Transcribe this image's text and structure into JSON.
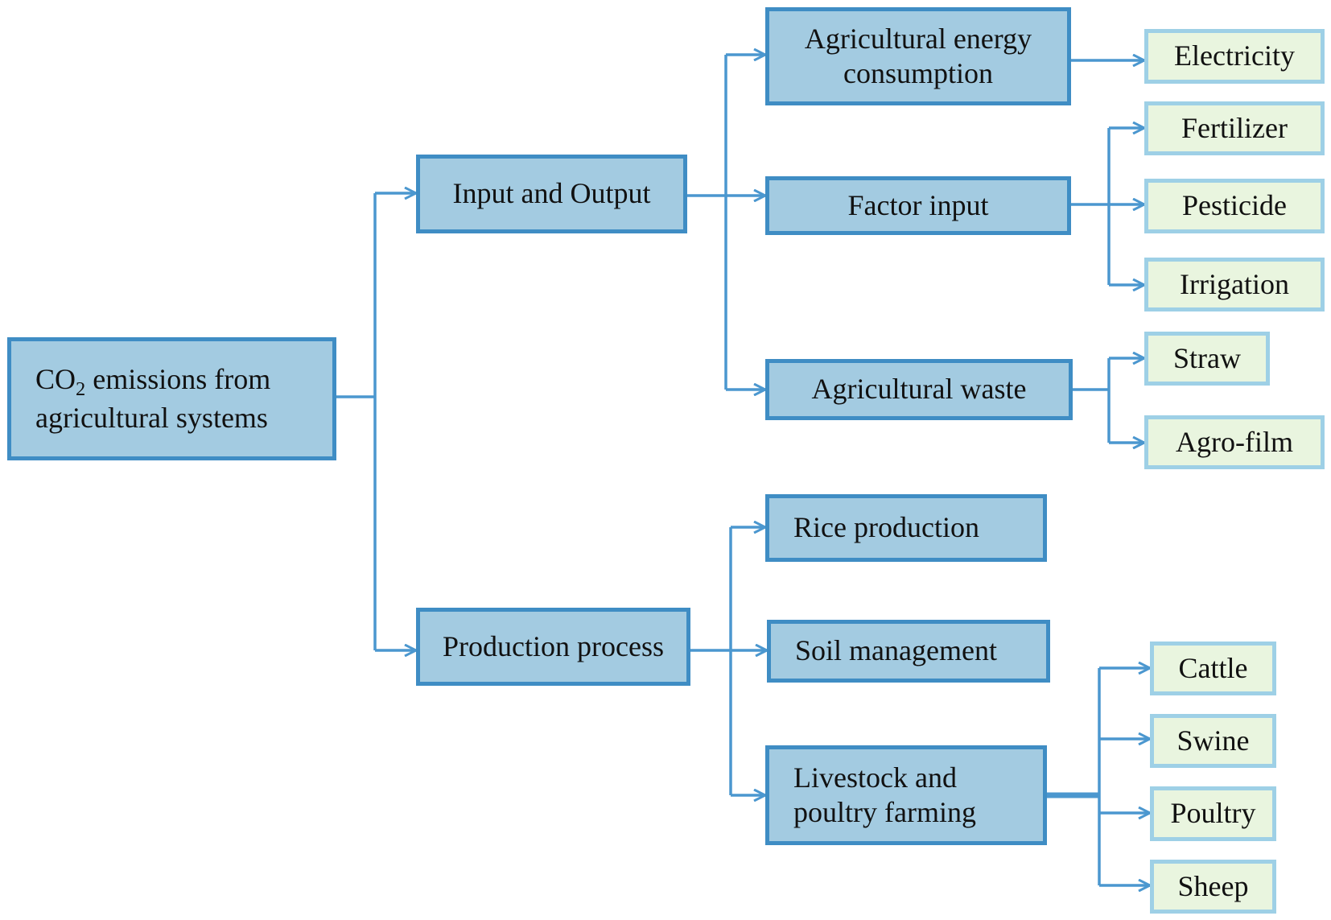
{
  "root": {
    "label_prefix": "CO",
    "label_sub": "2",
    "label_line1_rest": " emissions from",
    "label_line2": "agricultural systems"
  },
  "branch_input": {
    "label": "Input and Output"
  },
  "branch_production": {
    "label": "Production process"
  },
  "input_children": [
    {
      "line1": "Agricultural energy",
      "line2": "consumption"
    },
    {
      "label": "Factor input"
    },
    {
      "label": "Agricultural waste"
    }
  ],
  "production_children": [
    {
      "label": "Rice production"
    },
    {
      "label": "Soil management"
    },
    {
      "line1": "Livestock and",
      "line2": "poultry farming"
    }
  ],
  "leaves": {
    "energy": [
      "Electricity"
    ],
    "factor": [
      "Fertilizer",
      "Pesticide",
      "Irrigation"
    ],
    "waste": [
      "Straw",
      "Agro-film"
    ],
    "livestock": [
      "Cattle",
      "Swine",
      "Poultry",
      "Sheep"
    ]
  },
  "colors": {
    "node_fill": "#a3cbe1",
    "node_border": "#3f8dc4",
    "leaf_fill": "#e9f5df",
    "leaf_border": "#9ed0e6",
    "connector": "#4b97cf"
  }
}
